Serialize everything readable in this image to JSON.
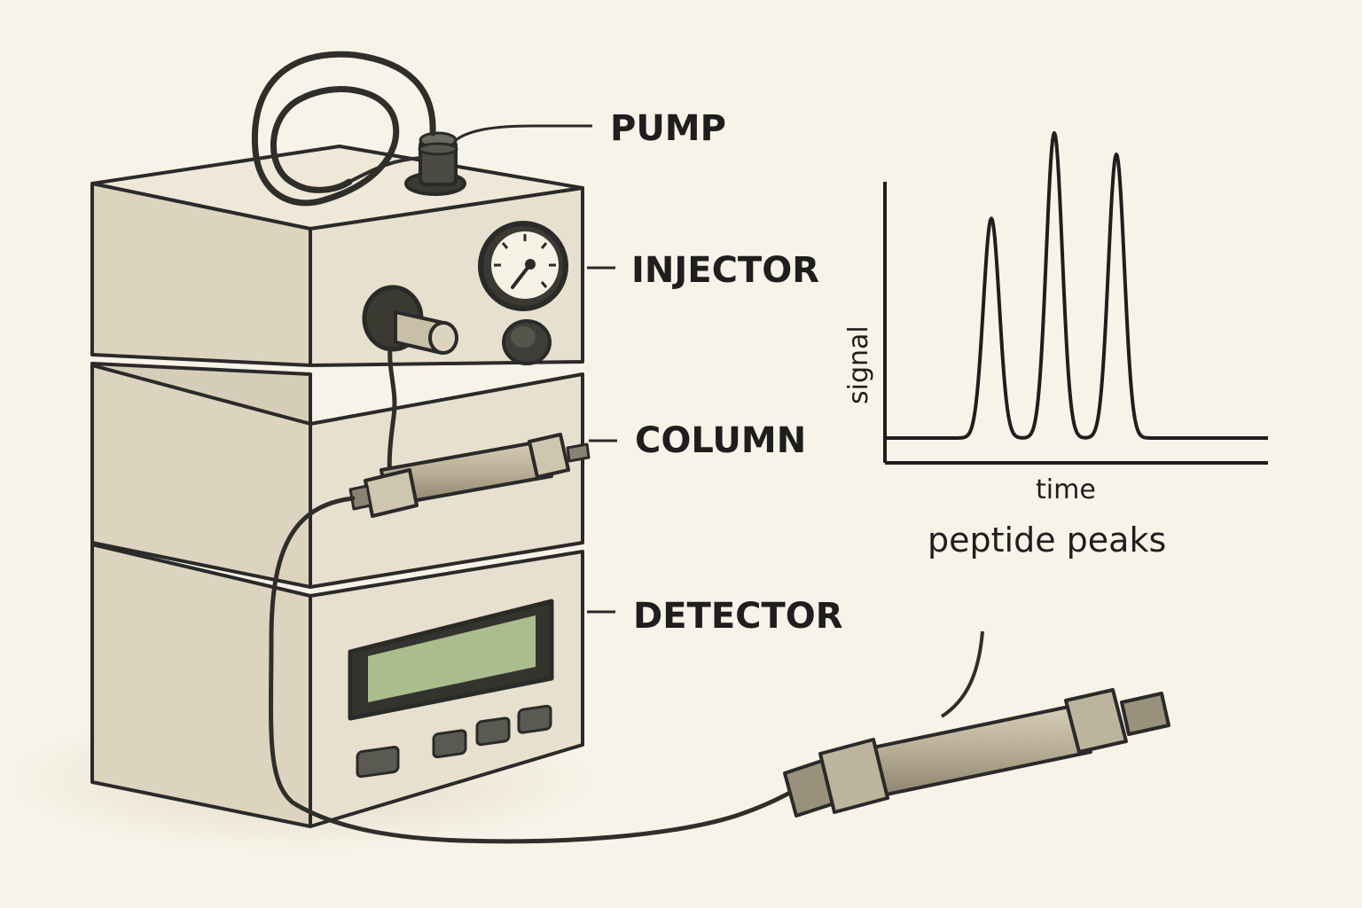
{
  "labels": {
    "pump": "PUMP",
    "injector": "INJECTOR",
    "column": "COLUMN",
    "detector": "DETECTOR"
  },
  "chart_data": {
    "type": "line",
    "xlabel": "time",
    "ylabel": "signal",
    "caption": "peptide peaks",
    "series": [
      {
        "peaks": [
          {
            "position": 1,
            "relative_height": 0.72
          },
          {
            "position": 2,
            "relative_height": 1.0
          },
          {
            "position": 3,
            "relative_height": 0.93
          }
        ]
      }
    ]
  },
  "colors": {
    "background": "#f8f3e8",
    "instrument_body": "#e7dfcd",
    "instrument_shade": "#d8cfba",
    "display_screen": "#a9bd8e",
    "ink": "#2a2a2a"
  },
  "icons": {
    "gauge": "pressure-gauge-icon",
    "knob": "round-knob-icon"
  }
}
